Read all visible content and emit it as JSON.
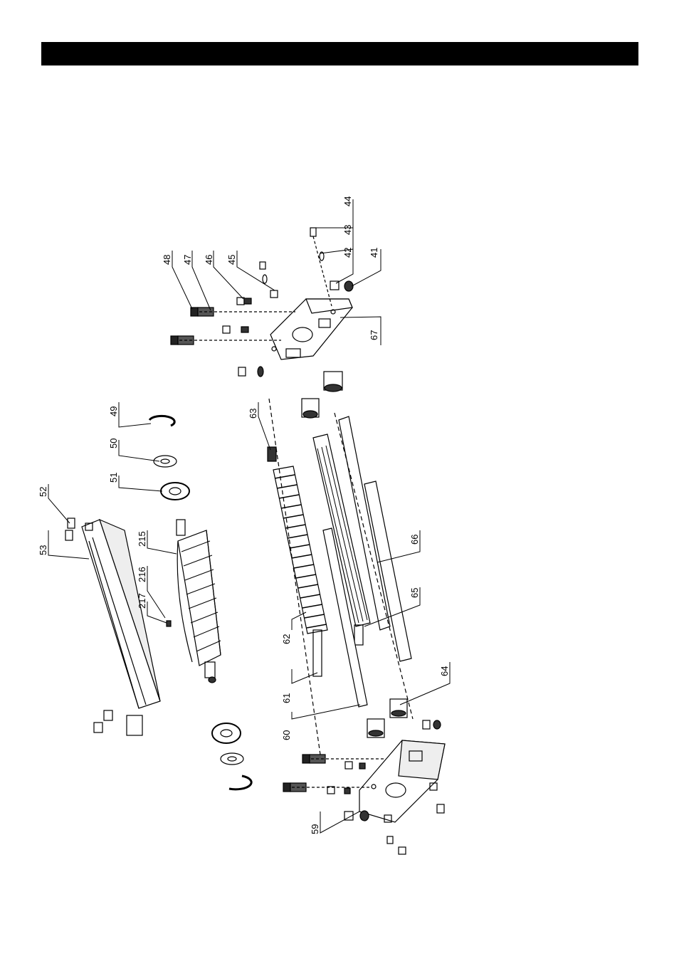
{
  "header": {
    "title": ""
  },
  "diagram": {
    "labels": [
      {
        "id": "44",
        "text": "44"
      },
      {
        "id": "43",
        "text": "43"
      },
      {
        "id": "42",
        "text": "42"
      },
      {
        "id": "41",
        "text": "41"
      },
      {
        "id": "48",
        "text": "48"
      },
      {
        "id": "47",
        "text": "47"
      },
      {
        "id": "46",
        "text": "46"
      },
      {
        "id": "45",
        "text": "45"
      },
      {
        "id": "67",
        "text": "67"
      },
      {
        "id": "49",
        "text": "49"
      },
      {
        "id": "50",
        "text": "50"
      },
      {
        "id": "51",
        "text": "51"
      },
      {
        "id": "52",
        "text": "52"
      },
      {
        "id": "53",
        "text": "53"
      },
      {
        "id": "215",
        "text": "215"
      },
      {
        "id": "216",
        "text": "216"
      },
      {
        "id": "217",
        "text": "217"
      },
      {
        "id": "63",
        "text": "63"
      },
      {
        "id": "62",
        "text": "62"
      },
      {
        "id": "61",
        "text": "61"
      },
      {
        "id": "60",
        "text": "60"
      },
      {
        "id": "65",
        "text": "65"
      },
      {
        "id": "66",
        "text": "66"
      },
      {
        "id": "64",
        "text": "64"
      },
      {
        "id": "59",
        "text": "59"
      }
    ]
  }
}
